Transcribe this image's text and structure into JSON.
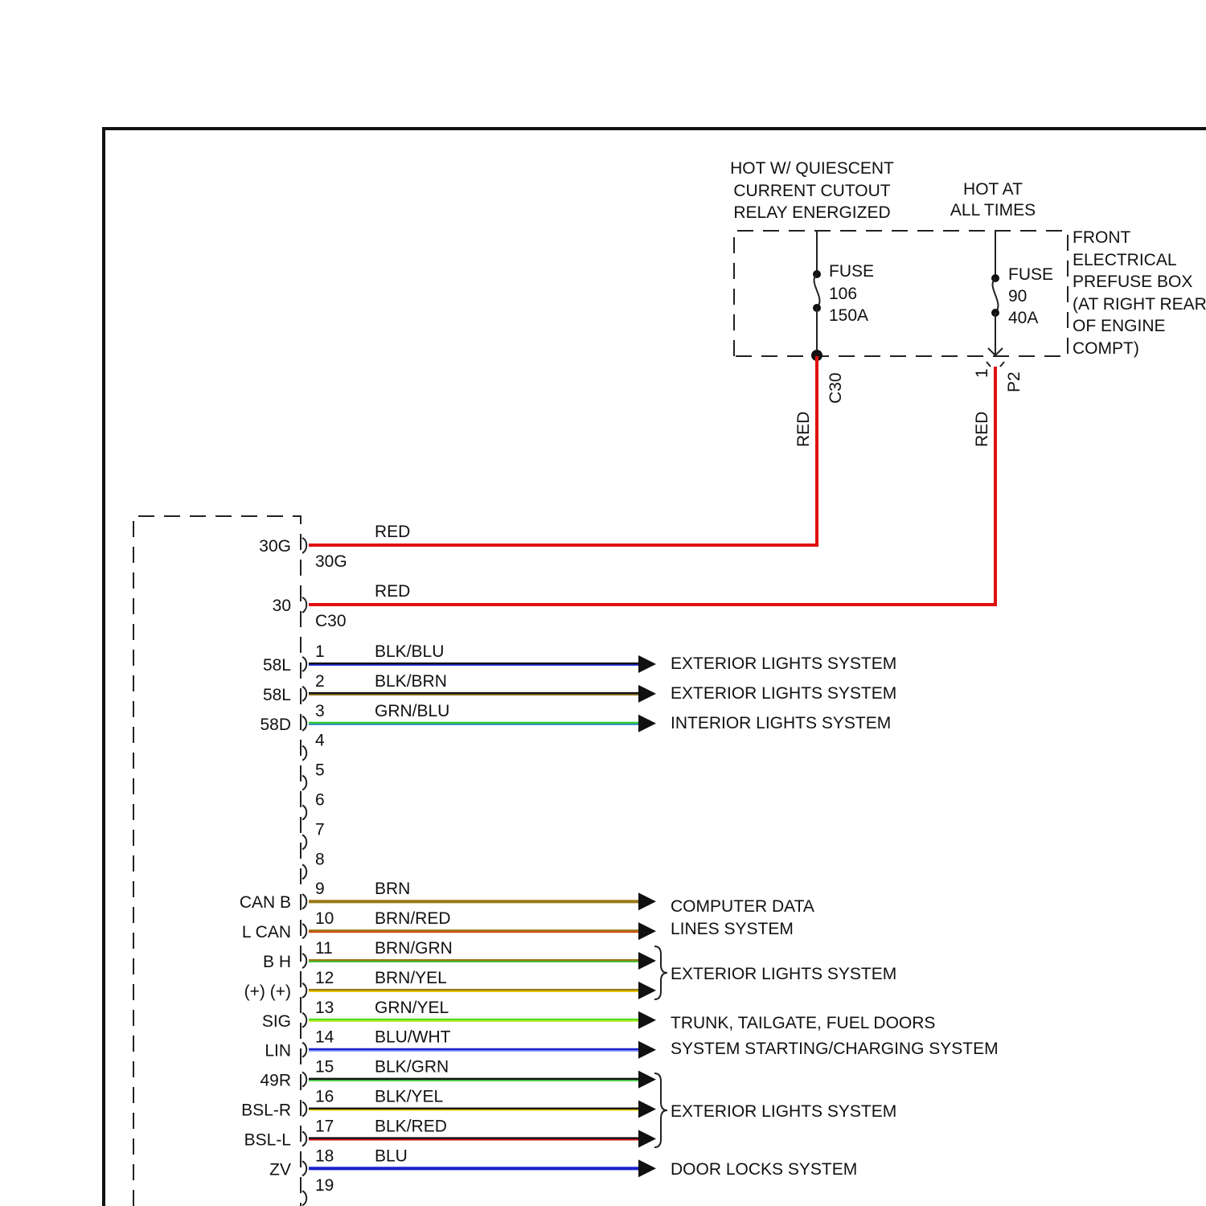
{
  "prefuse_box": {
    "label_lines": [
      "FRONT",
      "ELECTRICAL",
      "PREFUSE BOX",
      "(AT RIGHT REAR",
      "OF ENGINE",
      "COMPT)"
    ],
    "feed_left_lines": [
      "HOT W/ QUIESCENT",
      "CURRENT CUTOUT",
      "RELAY ENERGIZED"
    ],
    "feed_right_lines": [
      "HOT AT",
      "ALL TIMES"
    ],
    "fuse_left": [
      "FUSE",
      "106",
      "150A"
    ],
    "fuse_right": [
      "FUSE",
      "90",
      "40A"
    ],
    "connector_left": "C30",
    "connector_right_pin": "1",
    "connector_right": "P2"
  },
  "power_wires": [
    {
      "pin_label": "30G",
      "terminal": "30G",
      "color_code": "RED",
      "stroke": "#e01010"
    },
    {
      "pin_label": "30",
      "terminal": "C30",
      "color_code": "RED",
      "stroke": "#e01010"
    }
  ],
  "riser_wire_colors": [
    "RED",
    "RED"
  ],
  "circuits": [
    {
      "pin": "1",
      "pin_label": "58L",
      "wire": "BLK/BLU",
      "base": "#111111",
      "stripe": "#2233dd"
    },
    {
      "pin": "2",
      "pin_label": "58L",
      "wire": "BLK/BRN",
      "base": "#111111",
      "stripe": "#9a7a18"
    },
    {
      "pin": "3",
      "pin_label": "58D",
      "wire": "GRN/BLU",
      "base": "#33cc33",
      "stripe": "#3377ee"
    },
    {
      "pin": "4",
      "pin_label": "",
      "wire": ""
    },
    {
      "pin": "5",
      "pin_label": "",
      "wire": ""
    },
    {
      "pin": "6",
      "pin_label": "",
      "wire": ""
    },
    {
      "pin": "7",
      "pin_label": "",
      "wire": ""
    },
    {
      "pin": "8",
      "pin_label": "",
      "wire": ""
    },
    {
      "pin": "9",
      "pin_label": "CAN B",
      "wire": "BRN",
      "base": "#9a7a18",
      "stripe": "#9a7a18"
    },
    {
      "pin": "10",
      "pin_label": "L CAN",
      "wire": "BRN/RED",
      "base": "#9a7a18",
      "stripe": "#e04010"
    },
    {
      "pin": "11",
      "pin_label": "B H",
      "wire": "BRN/GRN",
      "base": "#9a7a18",
      "stripe": "#33cc33"
    },
    {
      "pin": "12",
      "pin_label": "(+) (+)",
      "wire": "BRN/YEL",
      "base": "#9a7a18",
      "stripe": "#f0d000"
    },
    {
      "pin": "13",
      "pin_label": "SIG",
      "wire": "GRN/YEL",
      "base": "#55dd22",
      "stripe": "#ccee22"
    },
    {
      "pin": "14",
      "pin_label": "LIN",
      "wire": "BLU/WHT",
      "base": "#1a22cc",
      "stripe": "#8899ff"
    },
    {
      "pin": "15",
      "pin_label": "49R",
      "wire": "BLK/GRN",
      "base": "#111111",
      "stripe": "#33cc33"
    },
    {
      "pin": "16",
      "pin_label": "BSL-R",
      "wire": "BLK/YEL",
      "base": "#111111",
      "stripe": "#e8d000"
    },
    {
      "pin": "17",
      "pin_label": "BSL-L",
      "wire": "BLK/RED",
      "base": "#111111",
      "stripe": "#e01010"
    },
    {
      "pin": "18",
      "pin_label": "ZV",
      "wire": "BLU",
      "base": "#1a22cc",
      "stripe": "#1a22cc"
    },
    {
      "pin": "19",
      "pin_label": "",
      "wire": ""
    }
  ],
  "destinations": [
    {
      "lines": [
        "EXTERIOR LIGHTS SYSTEM"
      ]
    },
    {
      "lines": [
        "EXTERIOR LIGHTS SYSTEM"
      ]
    },
    {
      "lines": [
        "INTERIOR LIGHTS SYSTEM"
      ]
    },
    {
      "lines": [
        "COMPUTER DATA",
        "LINES SYSTEM"
      ]
    },
    {
      "lines": [
        "EXTERIOR LIGHTS SYSTEM"
      ]
    },
    {
      "lines": [
        "TRUNK, TAILGATE, FUEL DOORS"
      ]
    },
    {
      "lines": [
        "SYSTEM STARTING/CHARGING SYSTEM"
      ]
    },
    {
      "lines": [
        "EXTERIOR LIGHTS SYSTEM"
      ]
    },
    {
      "lines": [
        "DOOR LOCKS SYSTEM"
      ]
    }
  ]
}
